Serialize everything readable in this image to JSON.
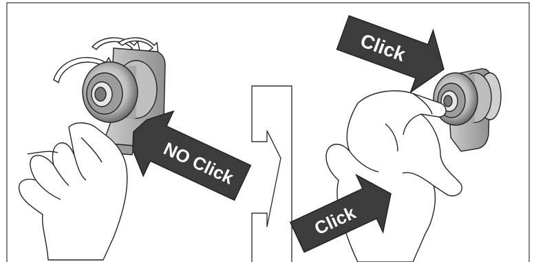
{
  "figure": {
    "type": "instruction-illustration",
    "panels": [
      {
        "name": "incorrect-method",
        "arrow_text": "NO Click",
        "shows": [
          "hand",
          "bearing-housing",
          "rotation-arrows"
        ]
      },
      {
        "name": "correct-method",
        "arrow_text_top": "Click",
        "arrow_text_bottom": "Click",
        "shows": [
          "hand",
          "bearing-housing"
        ]
      }
    ],
    "transition_icon": "big-right-arrow-icon",
    "colors": {
      "arrow_fill": "#3c3c3c",
      "arrow_text": "#ffffff",
      "outline": "#222222",
      "metal_light": "#d8d8d8",
      "metal_dark": "#6a6a6a",
      "frame": "#333333"
    }
  }
}
